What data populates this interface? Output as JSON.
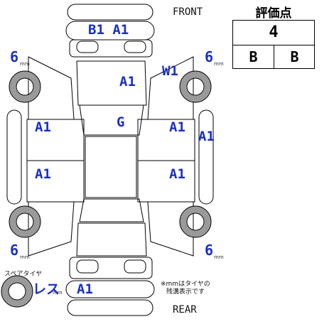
{
  "labels": {
    "front": "FRONT",
    "rear": "REAR"
  },
  "score": {
    "title": "評価点",
    "overall": "4",
    "interior": "B",
    "exterior": "B"
  },
  "damage_marks": {
    "front_bumper": "B1 A1",
    "hood": "A1",
    "windshield": "W1",
    "roof": "G",
    "left_front_door": "A1",
    "left_rear_door": "A1",
    "right_front_door": "A1",
    "right_rear_door": "A1",
    "right_side_panel": "A1",
    "rear_bumper": "A1"
  },
  "tires": {
    "front_left": "6",
    "front_right": "6",
    "rear_left": "6",
    "rear_right": "6",
    "unit": "mm",
    "spare_label": "スペアタイヤ",
    "spare_value": "レス",
    "spare_unit": "mm"
  },
  "note": {
    "line1": "※mmはタイヤの",
    "line2": "残溝表示です"
  },
  "colors": {
    "mark": "#1a2fc4",
    "outline": "#000000",
    "wheel": "#9a9a9a"
  }
}
